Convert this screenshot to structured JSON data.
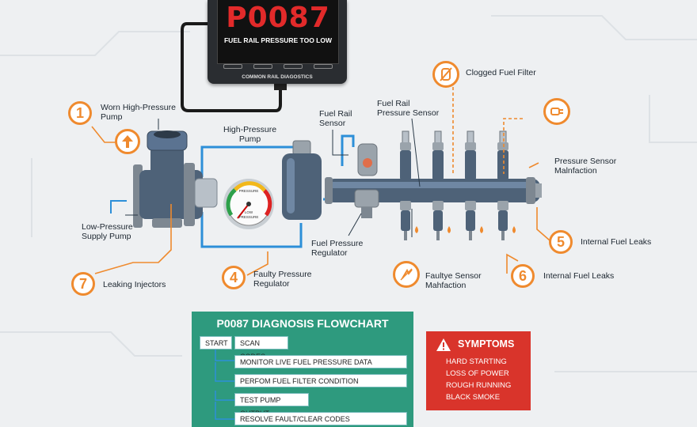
{
  "scanner": {
    "code": "P0087",
    "message": "FUEL RAIL PRESSURE TOO LOW",
    "footer": "COMMON RAIL DIAGOSTICS"
  },
  "labels": {
    "high_pressure_pump": "High-Pressure\nPump",
    "fuel_rail_sensor": "Fuel Rail\nSensor",
    "fuel_rail_pressure_sensor": "Fuel Rail\nPressure Sensor",
    "clogged_filter": "Clogged Fuel Filter",
    "pressure_sensor_malfunction": "Pressure Sensor\nMalnfaction",
    "low_pressure_pump": "Low-Pressure\nSupply Pump",
    "fuel_pressure_regulator": "Fuel Pressure\nRegulator",
    "faultye_sensor": "Faultye Sensor\nMahfaction",
    "gauge_line1": "PRESSURE",
    "gauge_line2": "LOW",
    "gauge_line3": "PRESSURE"
  },
  "causes": [
    {
      "num": "1",
      "text": "Worn High-Pressure\nPump"
    },
    {
      "num": "4",
      "text": "Faulty Pressure\nRegulator"
    },
    {
      "num": "5",
      "text": "Internal Fuel Leaks"
    },
    {
      "num": "6",
      "text": "Internal Fuel Leaks"
    },
    {
      "num": "7",
      "text": "Leaking Injectors"
    }
  ],
  "flowchart": {
    "title": "P0087 DIAGNOSIS FLOWCHART",
    "start": "START",
    "steps": [
      "SCAN CODES",
      "MONITOR LIVE FUEL PRESSURE DATA",
      "PERFOM FUEL FILTER CONDITION",
      "TEST PUMP OUTPUT",
      "RESOLVE FAULT/CLEAR CODES"
    ]
  },
  "symptoms": {
    "title": "SYMPTOMS",
    "items": [
      "HARD STARTING",
      "LOSS OF POWER",
      "ROUGH RUNNING",
      "BLACK SMOKE"
    ]
  },
  "colors": {
    "accent": "#ef8a2e",
    "fuel_line": "#2d8fd8",
    "flowchart_bg": "#2e9a7e",
    "symptoms_bg": "#d9342b",
    "code_red": "#e22a2a"
  }
}
